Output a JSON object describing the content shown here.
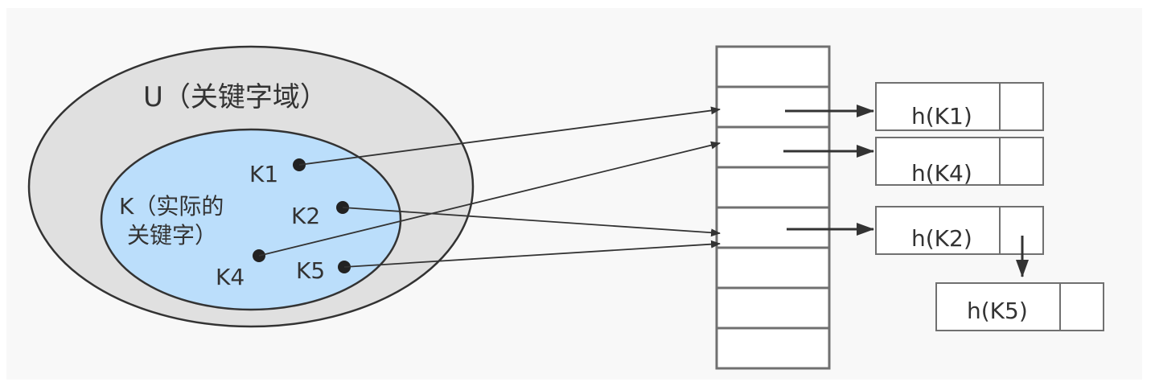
{
  "universe": {
    "label": "U（关键字域）"
  },
  "actual_keys": {
    "label_line1": "K（实际的",
    "label_line2": "关键字）",
    "keys": [
      "K1",
      "K2",
      "K4",
      "K5"
    ]
  },
  "chains": {
    "node_k1": "h(K1)",
    "node_k4": "h(K4)",
    "node_k2": "h(K2)",
    "node_k5": "h(K5)"
  },
  "colors": {
    "background": "#f8f8f8",
    "outer_ellipse": "#e0e0e0",
    "inner_ellipse": "#bbdefb",
    "stroke": "#333333",
    "node_fill": "#ffffff",
    "node_stroke": "#707070"
  }
}
